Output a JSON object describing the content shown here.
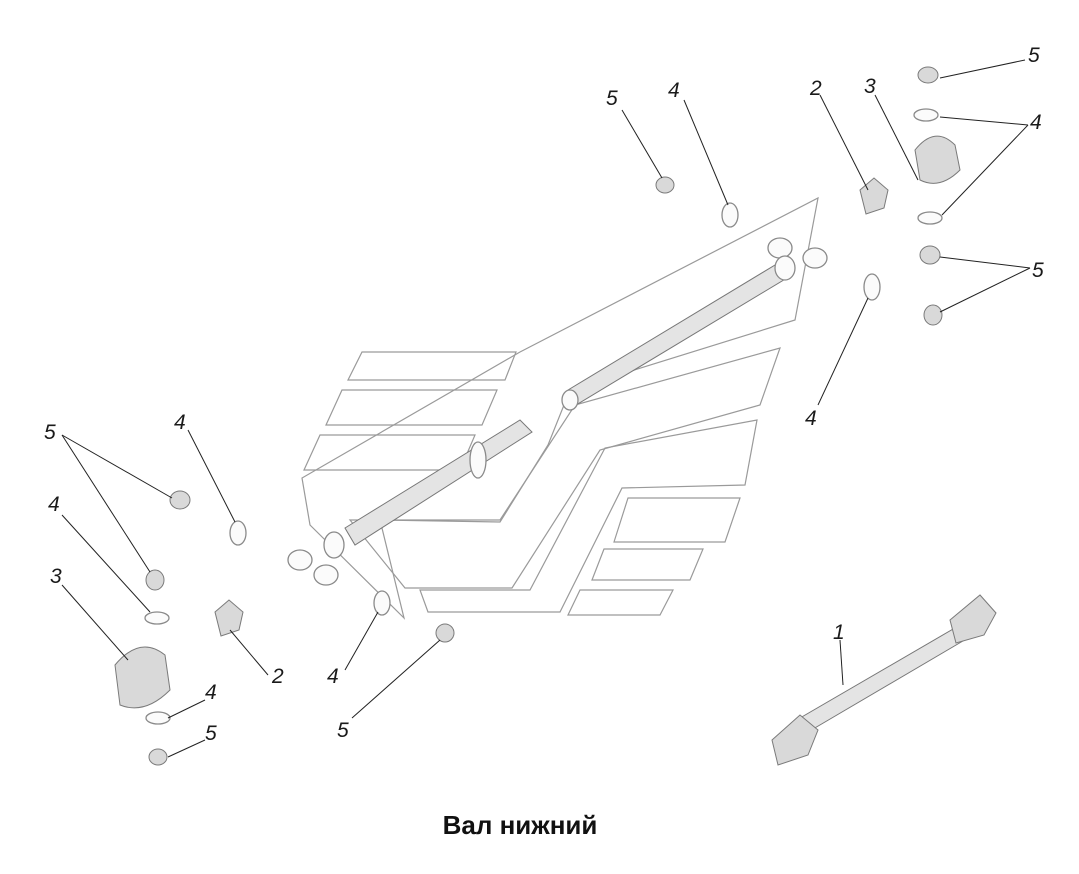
{
  "title": "Вал нижний",
  "callouts": [
    {
      "id": "c-5-top-right",
      "text": "5"
    },
    {
      "id": "c-4-top-right",
      "text": "4"
    },
    {
      "id": "c-3-top-right",
      "text": "3"
    },
    {
      "id": "c-2-top-right",
      "text": "2"
    },
    {
      "id": "c-5-top-center",
      "text": "5"
    },
    {
      "id": "c-4-top-center",
      "text": "4"
    },
    {
      "id": "c-5-right-mid",
      "text": "5"
    },
    {
      "id": "c-4-right-mid",
      "text": "4"
    },
    {
      "id": "c-5-left-top",
      "text": "5"
    },
    {
      "id": "c-4-left-upper",
      "text": "4"
    },
    {
      "id": "c-4-left-mid",
      "text": "4"
    },
    {
      "id": "c-3-left",
      "text": "3"
    },
    {
      "id": "c-2-left",
      "text": "2"
    },
    {
      "id": "c-4-left-low",
      "text": "4"
    },
    {
      "id": "c-5-left-low",
      "text": "5"
    },
    {
      "id": "c-4-center-low",
      "text": "4"
    },
    {
      "id": "c-5-center-low",
      "text": "5"
    },
    {
      "id": "c-1-assembly",
      "text": "1"
    }
  ]
}
